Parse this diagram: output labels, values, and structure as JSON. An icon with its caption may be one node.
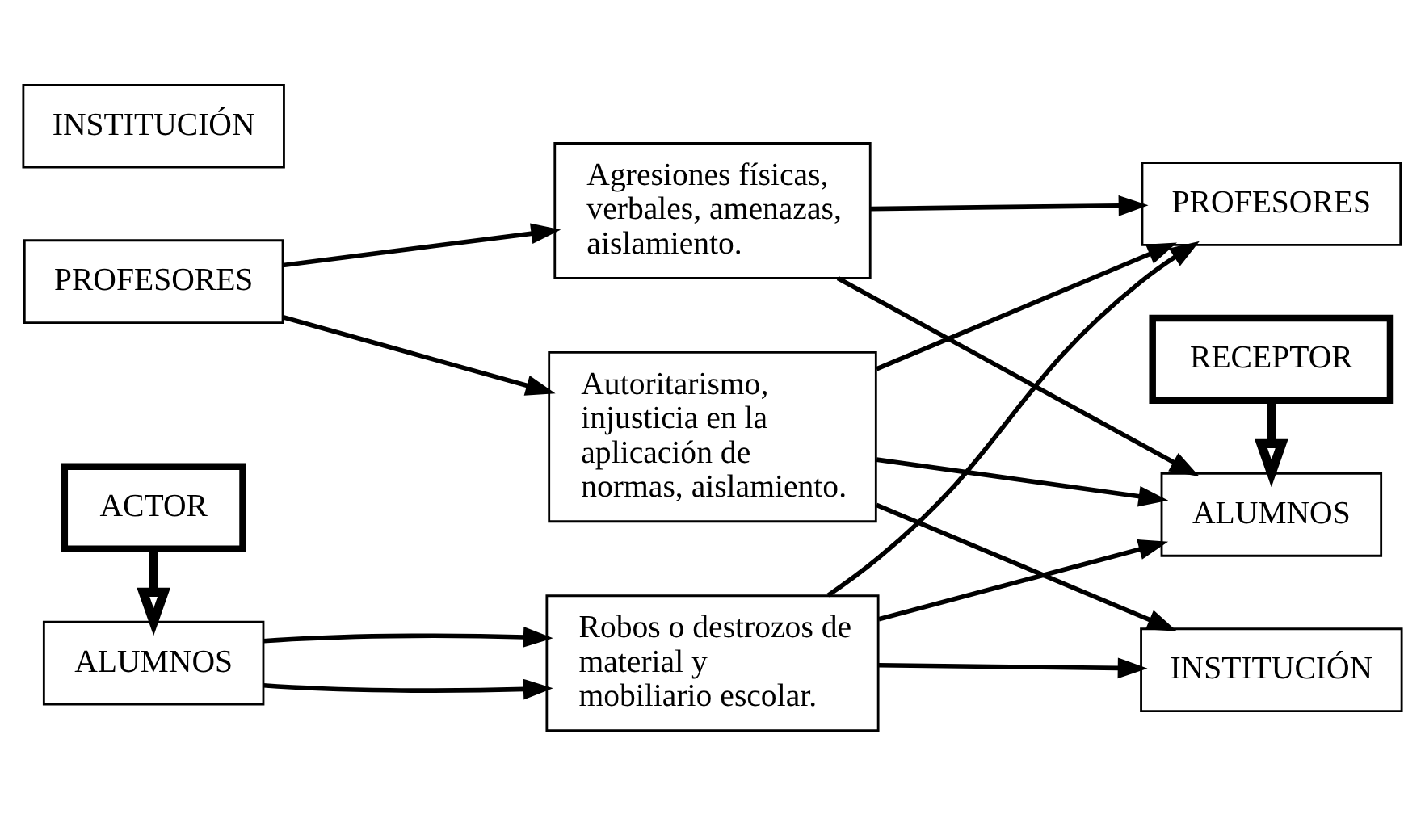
{
  "diagram": {
    "nodes": [
      {
        "text": [
          "ACTOR"
        ]
      },
      {
        "text": [
          "ALUMNOS"
        ]
      },
      {
        "text": [
          "PROFESORES"
        ]
      },
      {
        "text": [
          "INSTITUCIÓN"
        ]
      },
      {
        "text": [
          "Robos o destrozos de material y mobiliario escolar."
        ]
      },
      {
        "text": [
          "Agresiones físicas, verbales, amenazas, aislamiento."
        ]
      },
      {
        "text": [
          "Autoritarismo, injusticia en la aplicación de normas, aislamiento."
        ]
      },
      {
        "text": [
          "RECEPTOR"
        ]
      },
      {
        "text": [
          "ALUMNOS"
        ]
      },
      {
        "text": [
          "PROFESORES"
        ]
      },
      {
        "text": [
          "INSTITUCIÓN"
        ]
      }
    ],
    "edges": [
      {
        "from": 0,
        "to": 1,
        "arrow": "to",
        "style": "thick"
      },
      {
        "from": 7,
        "to": 8,
        "arrow": "to",
        "style": "thick"
      },
      {
        "from": 1,
        "to": 4,
        "arrow": "to"
      },
      {
        "from": 1,
        "to": 4,
        "arrow": "to"
      },
      {
        "from": 2,
        "to": 5,
        "arrow": "to"
      },
      {
        "from": 2,
        "to": 6,
        "arrow": "to"
      },
      {
        "from": 4,
        "to": 8,
        "arrow": "to"
      },
      {
        "from": 4,
        "to": 9,
        "arrow": "to"
      },
      {
        "from": 4,
        "to": 10,
        "arrow": "to"
      },
      {
        "from": 5,
        "to": 8,
        "arrow": "to"
      },
      {
        "from": 5,
        "to": 9,
        "arrow": "to"
      },
      {
        "from": 6,
        "to": 8,
        "arrow": "to"
      },
      {
        "from": 6,
        "to": 9,
        "arrow": "to"
      },
      {
        "from": 6,
        "to": 10,
        "arrow": "to"
      }
    ]
  }
}
